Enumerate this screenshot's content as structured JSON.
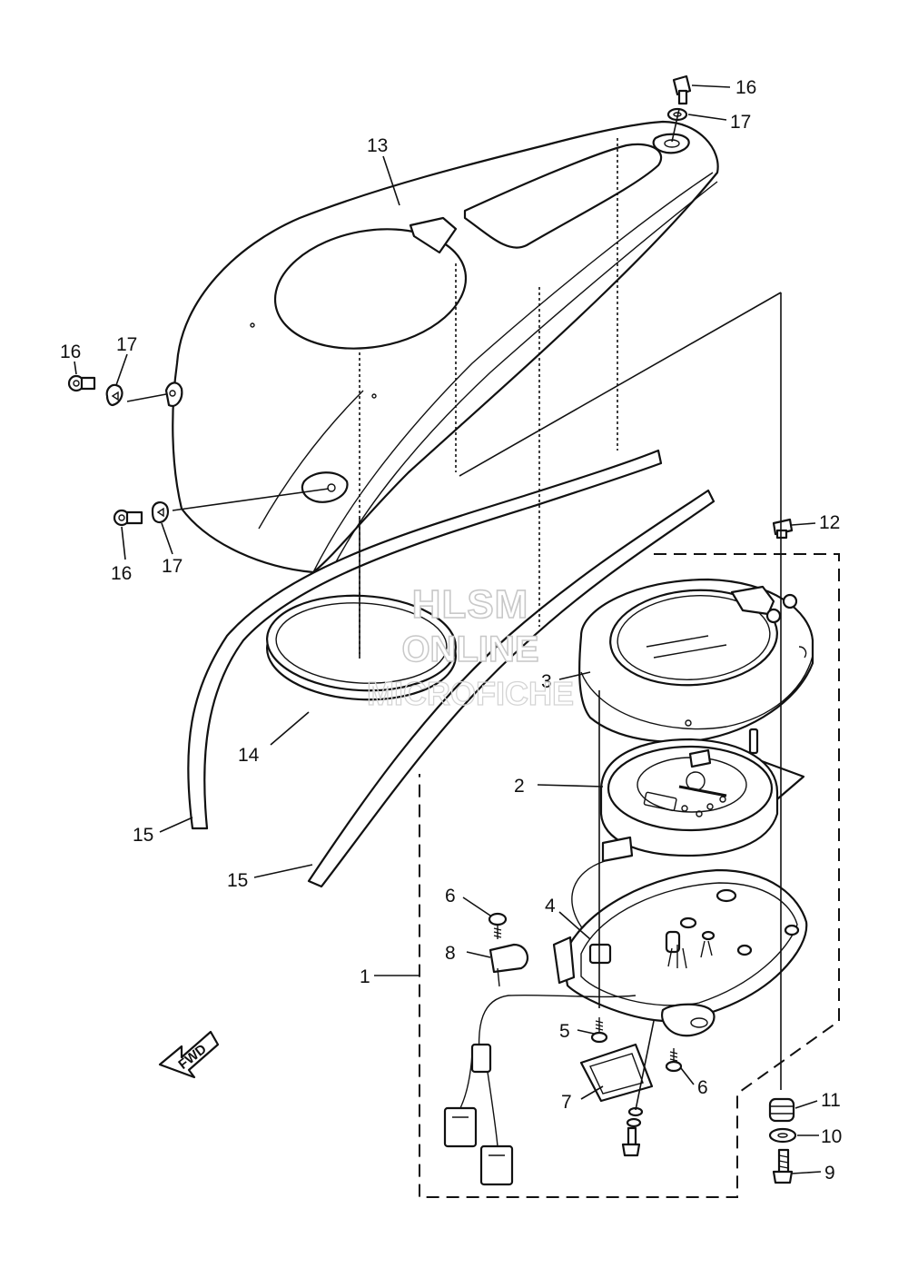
{
  "callouts": {
    "c1": "1",
    "c2": "2",
    "c3": "3",
    "c4": "4",
    "c5": "5",
    "c6a": "6",
    "c6b": "6",
    "c7": "7",
    "c8": "8",
    "c9": "9",
    "c10": "10",
    "c11": "11",
    "c12": "12",
    "c13": "13",
    "c14": "14",
    "c15a": "15",
    "c15b": "15",
    "c16a": "16",
    "c16b": "16",
    "c16c": "16",
    "c17a": "17",
    "c17b": "17",
    "c17c": "17"
  },
  "watermark": {
    "line1": "HLSM",
    "line2": "ONLINE",
    "line3": "MICROFICHE"
  },
  "direction_marker": {
    "text": "FWD"
  }
}
